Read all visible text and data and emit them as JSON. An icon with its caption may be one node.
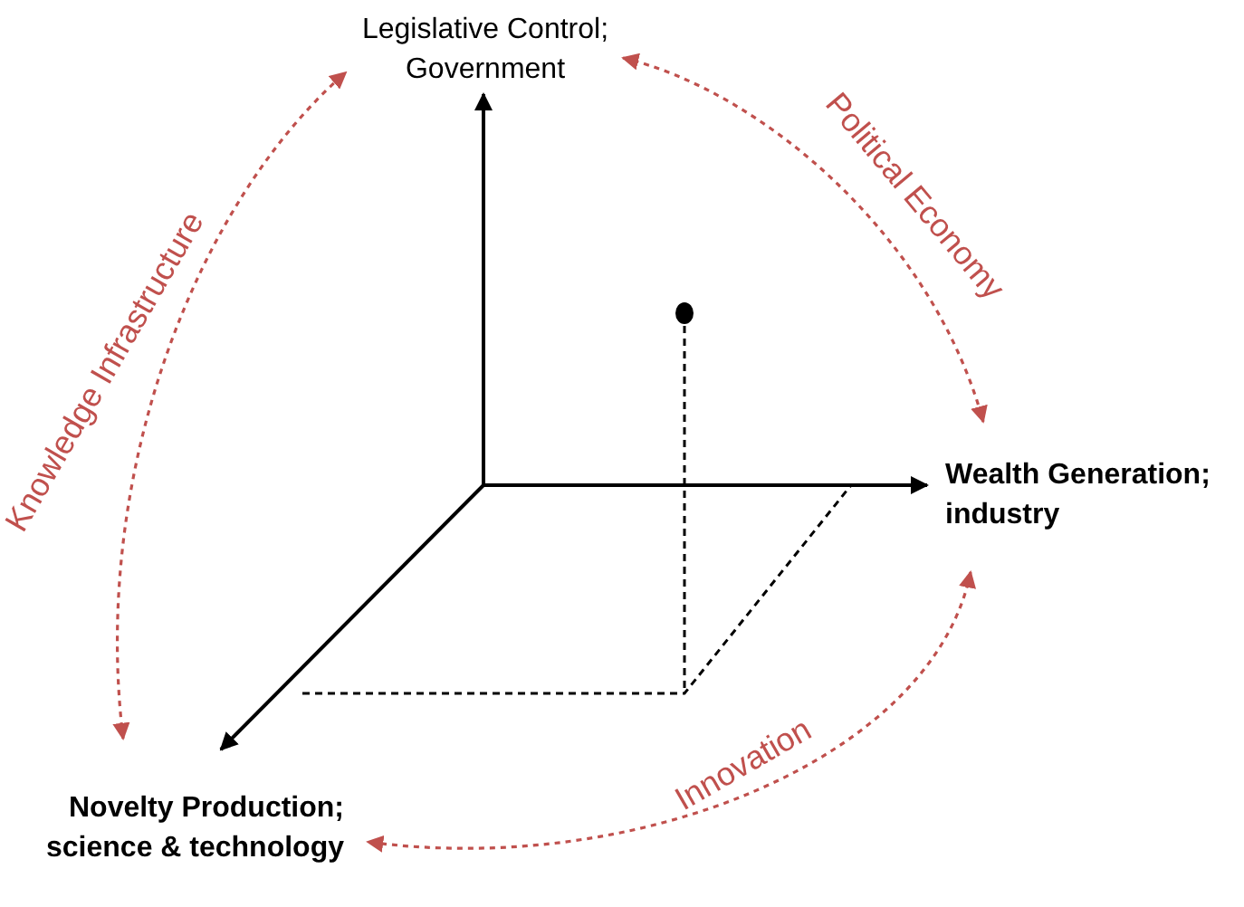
{
  "diagram": {
    "nodes": [
      {
        "text": [
          "Legislative Control; Government"
        ]
      },
      {
        "text": [
          "Wealth Generation; industry"
        ]
      },
      {
        "text": [
          "Novelty Production; science & technology"
        ]
      }
    ],
    "edges": [
      {
        "from": 0,
        "to": 1,
        "arrow": "both",
        "label": "Political Economy",
        "style": "dashed"
      },
      {
        "from": 1,
        "to": 2,
        "arrow": "both",
        "label": "Innovation",
        "style": "dashed"
      },
      {
        "from": 2,
        "to": 0,
        "arrow": "both",
        "label": "Knowledge Infrastructure",
        "style": "dashed"
      }
    ]
  }
}
